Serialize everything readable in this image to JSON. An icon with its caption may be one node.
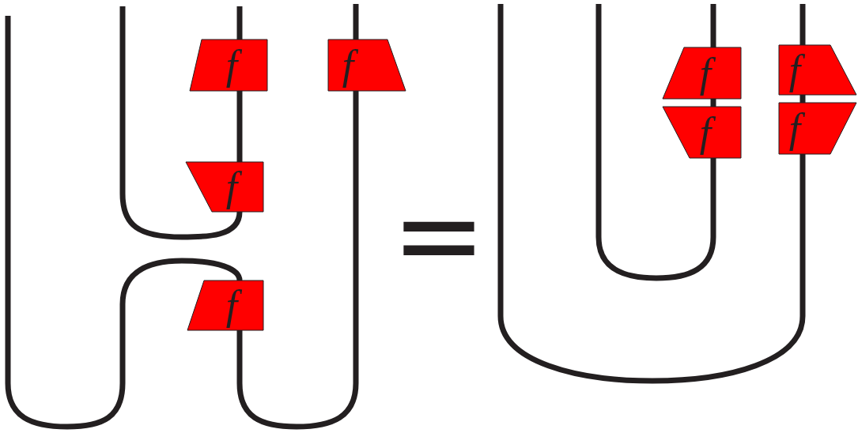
{
  "diagram": {
    "nodes": [
      {
        "text": [
          "f"
        ]
      },
      {
        "text": [
          "f"
        ]
      },
      {
        "text": [
          "f"
        ]
      },
      {
        "text": [
          "f"
        ]
      },
      {
        "text": [
          "f"
        ]
      },
      {
        "text": [
          "f"
        ]
      },
      {
        "text": [
          "f"
        ]
      },
      {
        "text": [
          "f"
        ]
      }
    ],
    "edges": [
      {
        "from": null,
        "to": 0,
        "arrow": "none"
      },
      {
        "from": 0,
        "to": 2,
        "arrow": "none"
      },
      {
        "from": null,
        "to": 1,
        "arrow": "none"
      },
      {
        "from": 2,
        "to": null,
        "arrow": "none"
      },
      {
        "from": null,
        "to": 3,
        "arrow": "none"
      },
      {
        "from": 3,
        "to": 1,
        "arrow": "none"
      },
      {
        "from": null,
        "to": 4,
        "arrow": "none"
      },
      {
        "from": 4,
        "to": 6,
        "arrow": "none"
      },
      {
        "from": null,
        "to": 5,
        "arrow": "none"
      },
      {
        "from": 5,
        "to": 7,
        "arrow": "none"
      },
      {
        "from": 6,
        "to": null,
        "arrow": "none"
      },
      {
        "from": 7,
        "to": null,
        "arrow": "none"
      }
    ],
    "labels": [
      "="
    ]
  }
}
